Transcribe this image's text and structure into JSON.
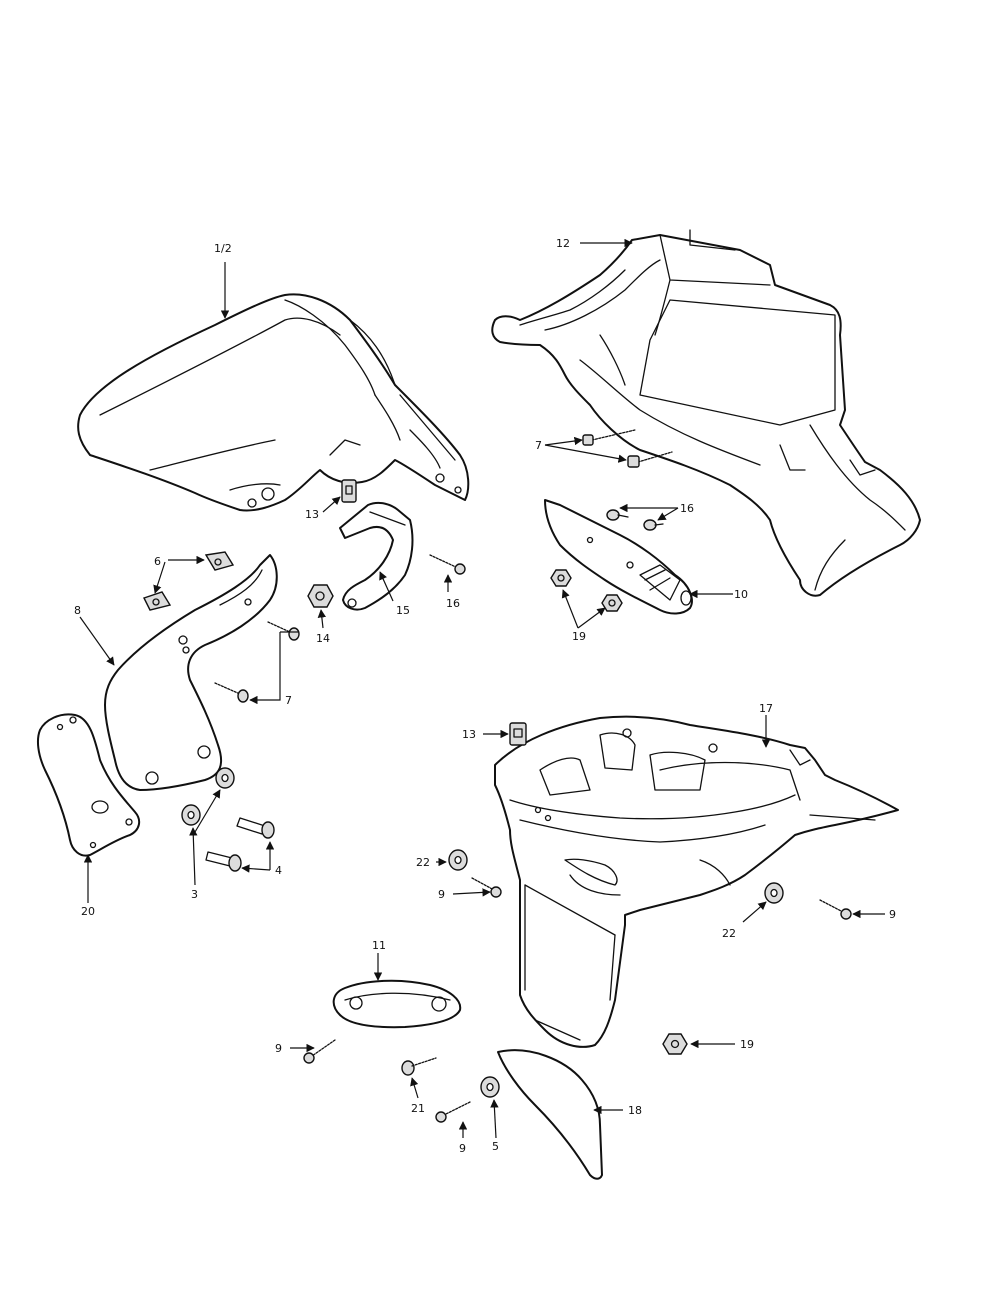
{
  "callouts": {
    "c1_2": "1/2",
    "c3": "3",
    "c4": "4",
    "c5": "5",
    "c6": "6",
    "c7a": "7",
    "c7b": "7",
    "c8": "8",
    "c9a": "9",
    "c9b": "9",
    "c9c": "9",
    "c9d": "9",
    "c10": "10",
    "c11": "11",
    "c12": "12",
    "c13a": "13",
    "c13b": "13",
    "c14": "14",
    "c15": "15",
    "c16a": "16",
    "c16b": "16",
    "c17": "17",
    "c18": "18",
    "c19a": "19",
    "c19b": "19",
    "c20": "20",
    "c21": "21",
    "c22a": "22",
    "c22b": "22"
  }
}
